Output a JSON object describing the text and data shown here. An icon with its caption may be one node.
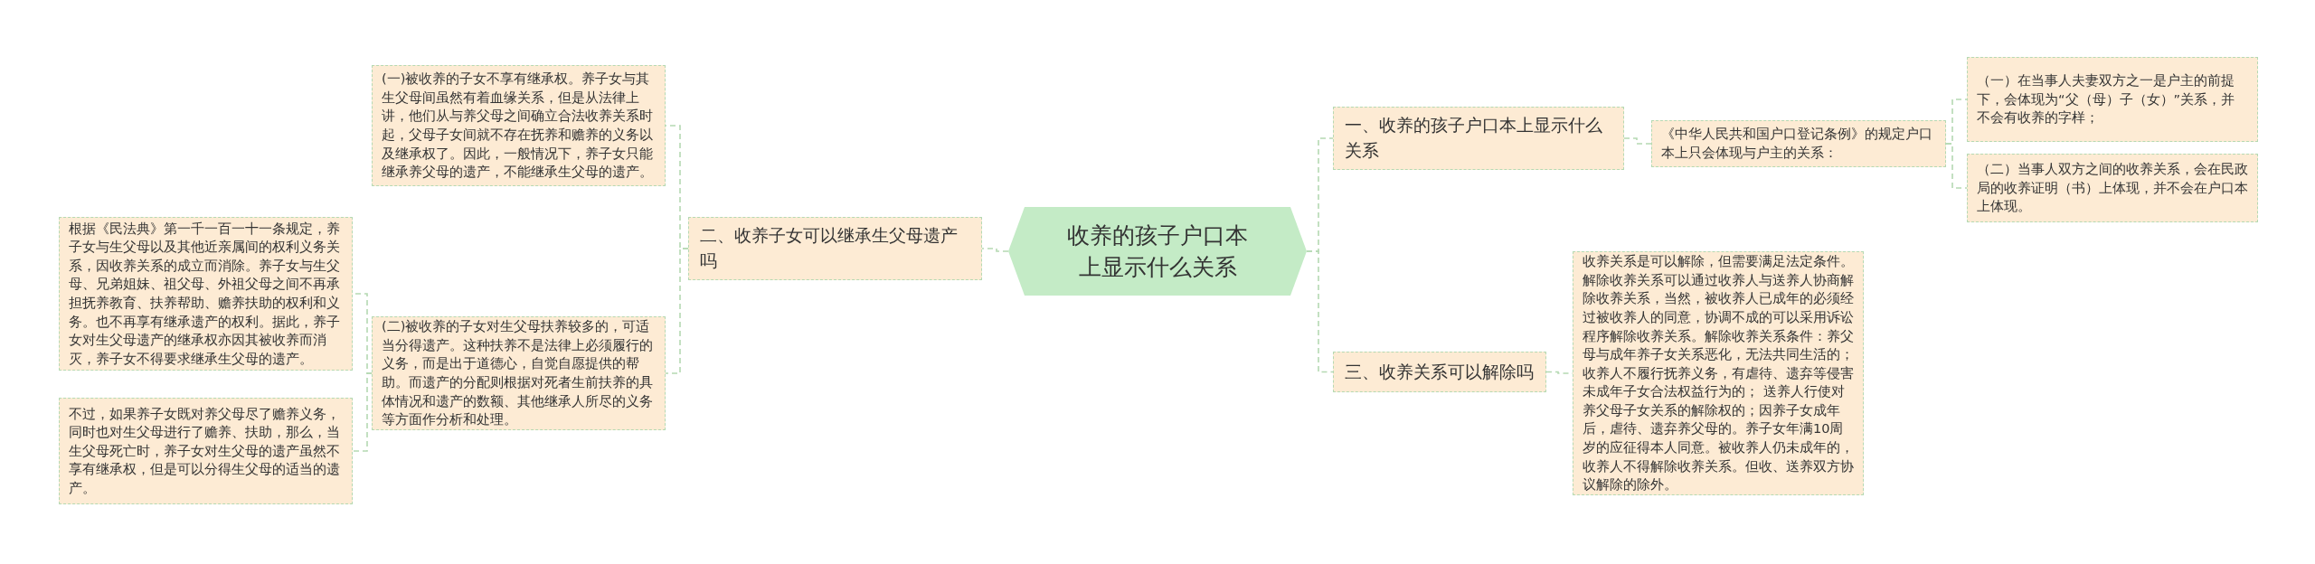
{
  "diagram": {
    "nodes": [
      {
        "text": [
          "收养的孩子户口本上显示什么关系"
        ]
      },
      {
        "text": [
          "一、收养的孩子户口本上显示什么关系"
        ]
      },
      {
        "text": [
          "《中华人民共和国户口登记条例》的规定户口本上只会体现与户主的关系："
        ]
      },
      {
        "text": [
          "（一）在当事人夫妻双方之一是户主的前提下，会体现为“父（母）子（女）”关系，并不会有收养的字样；"
        ]
      },
      {
        "text": [
          "（二）当事人双方之间的收养关系，会在民政局的收养证明（书）上体现，并不会在户口本上体现。"
        ]
      },
      {
        "text": [
          "三、收养关系可以解除吗"
        ]
      },
      {
        "text": [
          "收养关系是可以解除，但需要满足法定条件。解除收养关系可以通过收养人与送养人协商解除收养关系，当然，被收养人已成年的必须经过被收养人的同意，协调不成的可以采用诉讼程序解除收养关系。解除收养关系条件：养父母与成年养子女关系恶化，无法共同生活的；收养人不履行抚养义务，有虐待、遗弃等侵害未成年子女合法权益行为的； 送养人行使对养父母子女关系的解除权的；因养子女成年后，虐待、遗弃养父母的。养子女年满10周岁的应征得本人同意。被收养人仍未成年的，收养人不得解除收养关系。但收、送养双方协议解除的除外。"
        ]
      },
      {
        "text": [
          "二、收养子女可以继承生父母遗产吗"
        ]
      },
      {
        "text": [
          "(一)被收养的子女不享有继承权。养子女与其生父母间虽然有着血缘关系，但是从法律上讲，他们从与养父母之间确立合法收养关系时起，父母子女间就不存在抚养和赡养的义务以及继承权了。因此，一般情况下，养子女只能继承养父母的遗产，不能继承生父母的遗产。"
        ]
      },
      {
        "text": [
          "根据《民法典》第一千一百一十一条规定，养子女与生父母以及其他近亲属间的权利义务关系，因收养关系的成立而消除。养子女与生父母、兄弟姐妹、祖父母、外祖父母之间不再承担抚养教育、扶养帮助、赡养扶助的权利和义务。也不再享有继承遗产的权利。据此，养子女对生父母遗产的继承权亦因其被收养而消灭，养子女不得要求继承生父母的遗产。"
        ]
      },
      {
        "text": [
          "不过，如果养子女既对养父母尽了赡养义务，同时也对生父母进行了赡养、扶助，那么，当生父母死亡时，养子女对生父母的遗产虽然不享有继承权，但是可以分得生父母的适当的遗产。"
        ]
      },
      {
        "text": [
          "(二)被收养的子女对生父母扶养较多的，可适当分得遗产。这种扶养不是法律上必须履行的义务，而是出于道德心，自觉自愿提供的帮助。而遗产的分配则根据对死者生前扶养的具体情况和遗产的数额、其他继承人所尽的义务等方面作分析和处理。"
        ]
      }
    ],
    "edges": [
      {
        "from": 0,
        "to": 1,
        "arrow": "none"
      },
      {
        "from": 1,
        "to": 2,
        "arrow": "none"
      },
      {
        "from": 2,
        "to": 3,
        "arrow": "none"
      },
      {
        "from": 2,
        "to": 4,
        "arrow": "none"
      },
      {
        "from": 0,
        "to": 5,
        "arrow": "none"
      },
      {
        "from": 5,
        "to": 6,
        "arrow": "none"
      },
      {
        "from": 0,
        "to": 7,
        "arrow": "none"
      },
      {
        "from": 7,
        "to": 8,
        "arrow": "none"
      },
      {
        "from": 7,
        "to": 11,
        "arrow": "none"
      },
      {
        "from": 11,
        "to": 9,
        "arrow": "none"
      },
      {
        "from": 11,
        "to": 10,
        "arrow": "none"
      }
    ]
  }
}
